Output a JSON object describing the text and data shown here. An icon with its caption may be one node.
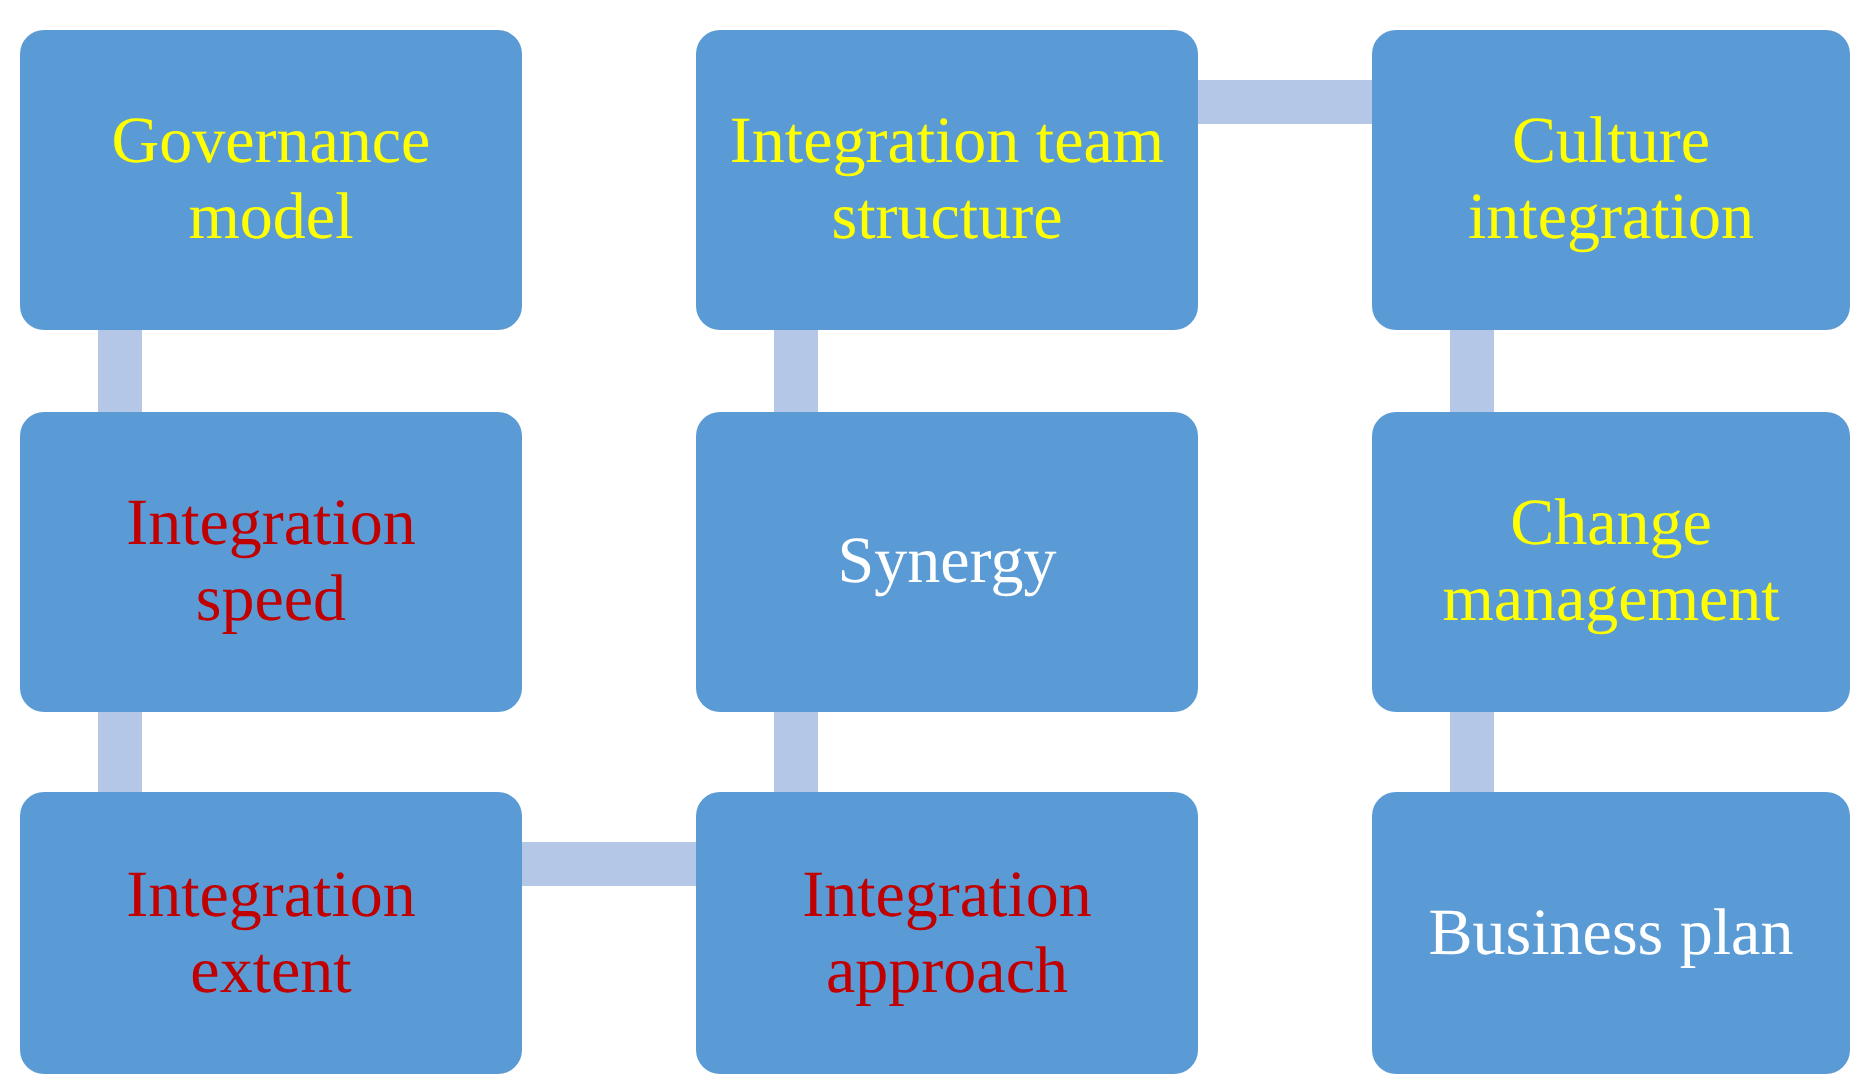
{
  "diagram": {
    "nodes": [
      {
        "text": [
          "Governance model"
        ]
      },
      {
        "text": [
          "Integration speed"
        ]
      },
      {
        "text": [
          "Integration extent"
        ]
      },
      {
        "text": [
          "Integration approach"
        ]
      },
      {
        "text": [
          "Synergy"
        ]
      },
      {
        "text": [
          "Integration team structure"
        ]
      },
      {
        "text": [
          "Culture integration"
        ]
      },
      {
        "text": [
          "Change management"
        ]
      },
      {
        "text": [
          "Business plan"
        ]
      }
    ],
    "edges": [
      {
        "from": 0,
        "to": 1,
        "arrow": "none"
      },
      {
        "from": 1,
        "to": 2,
        "arrow": "none"
      },
      {
        "from": 2,
        "to": 3,
        "arrow": "none"
      },
      {
        "from": 3,
        "to": 4,
        "arrow": "none"
      },
      {
        "from": 4,
        "to": 5,
        "arrow": "none"
      },
      {
        "from": 5,
        "to": 6,
        "arrow": "none"
      },
      {
        "from": 6,
        "to": 7,
        "arrow": "none"
      },
      {
        "from": 7,
        "to": 8,
        "arrow": "none"
      }
    ]
  }
}
